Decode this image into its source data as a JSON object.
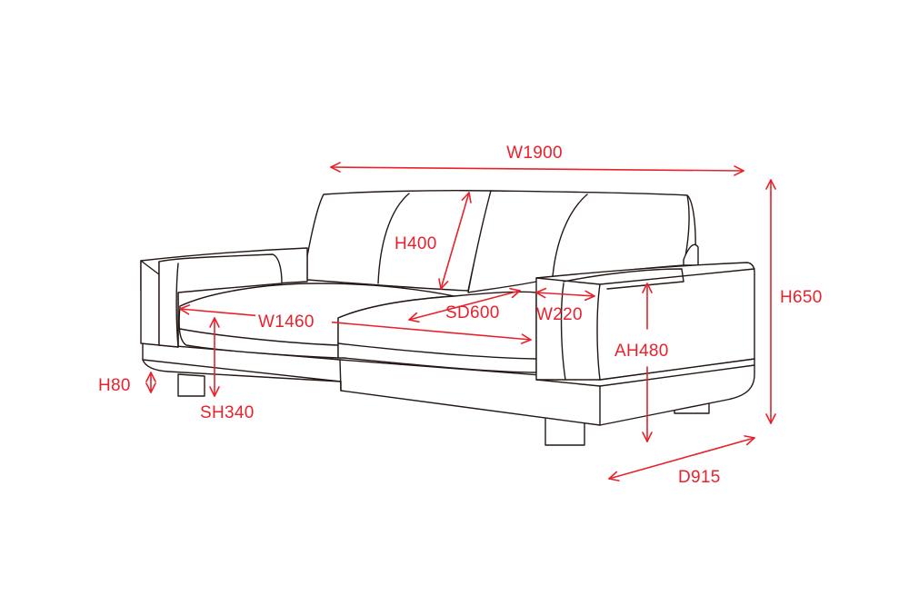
{
  "dimension_labels": {
    "total_width": "W1900",
    "total_height": "H650",
    "back_height": "H400",
    "seat_width": "W1460",
    "seat_depth": "SD600",
    "arm_width": "W220",
    "arm_height": "AH480",
    "seat_height": "SH340",
    "leg_height": "H80",
    "depth": "D915"
  },
  "colors": {
    "annotation": "#e8222c",
    "outline": "#231815",
    "background": "#ffffff"
  }
}
